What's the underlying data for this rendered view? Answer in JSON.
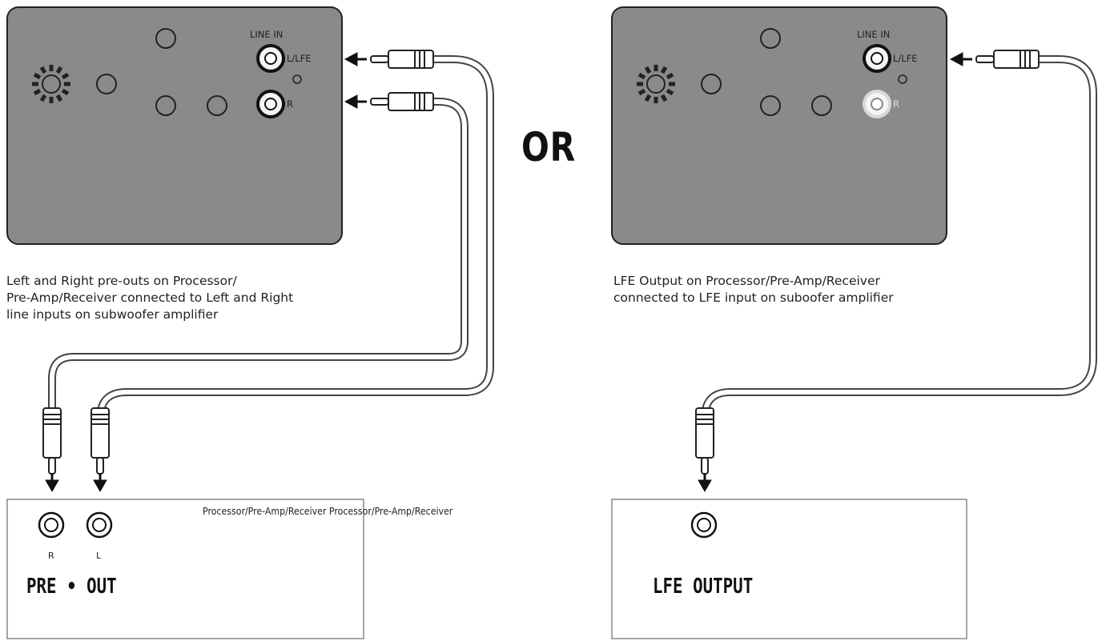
{
  "or_label": "OR",
  "left_panel": {
    "line_in_label": "LINE IN",
    "jack_llfe_label": "L/LFE",
    "jack_r_label": "R",
    "caption": "Left and Right pre-outs on Processor/\nPre-Amp/Receiver connected to Left and Right\nline inputs on subwoofer amplifier"
  },
  "right_panel": {
    "line_in_label": "LINE IN",
    "jack_llfe_label": "L/LFE",
    "jack_r_label": "R",
    "caption": "LFE Output on Processor/Pre-Amp/Receiver\nconnected to LFE input on suboofer amplifier"
  },
  "left_receiver": {
    "jack_r_label": "R",
    "jack_l_label": "L",
    "output_label": "PRE • OUT",
    "device_label": "Processor/Pre-Amp/Receiver Processor/Pre-Amp/Receiver"
  },
  "right_receiver": {
    "output_label": "LFE OUTPUT"
  },
  "colors": {
    "panel_fill": "#8a8a8a",
    "panel_stroke": "#222222",
    "cable": "#444444",
    "jack_ring": "#111111"
  }
}
